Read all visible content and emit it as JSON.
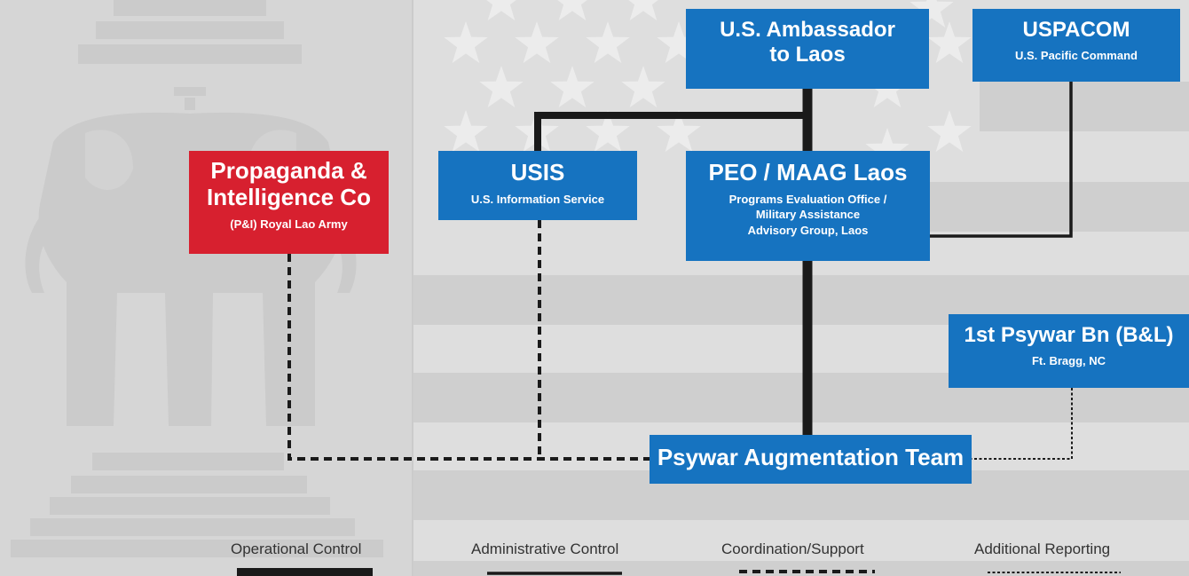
{
  "nodes": {
    "ambassador": {
      "title_line1": "U.S. Ambassador",
      "title_line2": "to Laos"
    },
    "uspacom": {
      "title": "USPACOM",
      "subtitle": "U.S. Pacific Command"
    },
    "usis": {
      "title": "USIS",
      "subtitle": "U.S. Information Service"
    },
    "peo": {
      "title": "PEO / MAAG Laos",
      "subtitle_line1": "Programs Evaluation Office /",
      "subtitle_line2": "Military Assistance",
      "subtitle_line3": "Advisory Group, Laos"
    },
    "pi": {
      "title_line1": "Propaganda &",
      "title_line2": "Intelligence Co",
      "subtitle": "(P&I) Royal Lao Army"
    },
    "psywar_bn": {
      "title": "1st Psywar Bn (B&L)",
      "subtitle": "Ft. Bragg, NC"
    },
    "pat": {
      "title": "Psywar Augmentation Team"
    }
  },
  "legend": {
    "operational": "Operational Control",
    "administrative": "Administrative Control",
    "coordination": "Coordination/Support",
    "additional": "Additional Reporting"
  },
  "colors": {
    "us_blue": "#1673c0",
    "lao_red": "#d7202f",
    "line": "#1a1a1a",
    "background": "#dcdcdc"
  }
}
